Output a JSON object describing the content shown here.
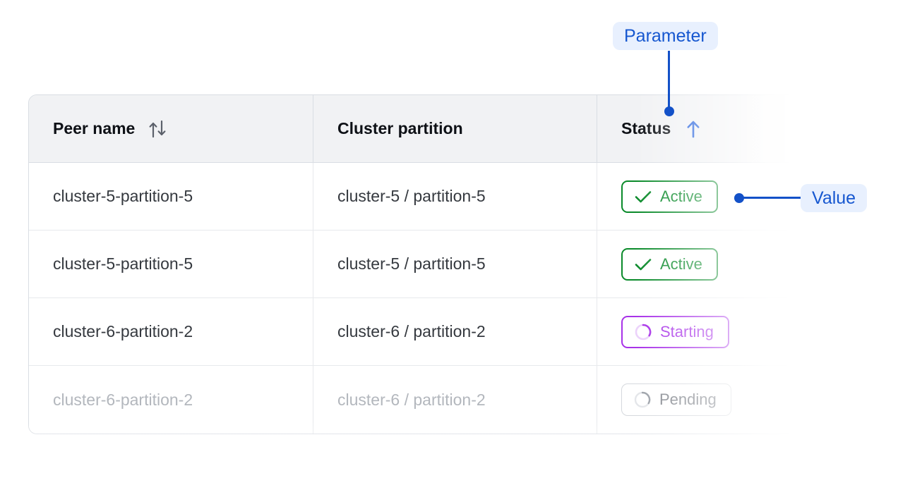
{
  "table": {
    "columns": [
      {
        "label": "Peer name",
        "sort_icon": "sort-updown-icon",
        "sort_state": "none"
      },
      {
        "label": "Cluster partition",
        "sort_icon": null,
        "sort_state": "none"
      },
      {
        "label": "Status",
        "sort_icon": "arrow-up-icon",
        "sort_state": "ascending"
      }
    ],
    "rows": [
      {
        "peer_name": "cluster-5-partition-5",
        "cluster_partition": "cluster-5 / partition-5",
        "status": "Active",
        "status_kind": "active",
        "status_icon": "check-icon",
        "dimmed": false
      },
      {
        "peer_name": "cluster-5-partition-5",
        "cluster_partition": "cluster-5 / partition-5",
        "status": "Active",
        "status_kind": "active",
        "status_icon": "check-icon",
        "dimmed": false
      },
      {
        "peer_name": "cluster-6-partition-2",
        "cluster_partition": "cluster-6 / partition-2",
        "status": "Starting",
        "status_kind": "starting",
        "status_icon": "spinner-icon",
        "dimmed": false
      },
      {
        "peer_name": "cluster-6-partition-2",
        "cluster_partition": "cluster-6 / partition-2",
        "status": "Pending",
        "status_kind": "pending",
        "status_icon": "spinner-icon",
        "dimmed": true
      }
    ]
  },
  "annotations": {
    "parameter": {
      "label": "Parameter",
      "target": "status-column-header"
    },
    "value": {
      "label": "Value",
      "target": "status-badge-row-1"
    }
  },
  "colors": {
    "accent_blue": "#1351c8",
    "callout_bg": "#e8f0fe",
    "callout_text": "#1657d0",
    "status_active": "#0a8a2a",
    "status_starting": "#a832e8",
    "status_pending": "#83878e",
    "header_bg": "#f1f2f4",
    "border": "#d9dde3",
    "row_border": "#e7e9ec",
    "text_primary": "#0e1116",
    "text_body": "#35393f",
    "text_dim": "#b3b7bd"
  }
}
